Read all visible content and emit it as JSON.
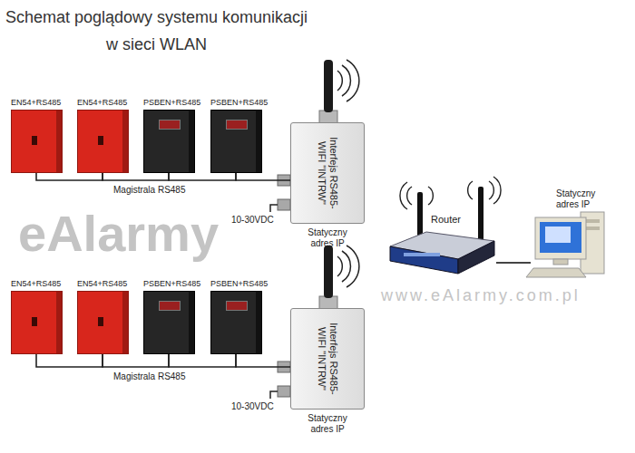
{
  "diagram": {
    "title": "Schemat poglądowy systemu komunikacji w sieci WLAN",
    "nodes": [
      {
        "text": [
          "EN54+RS485"
        ]
      },
      {
        "text": [
          "EN54+RS485"
        ]
      },
      {
        "text": [
          "PSBEN+RS485"
        ]
      },
      {
        "text": [
          "PSBEN+RS485"
        ]
      },
      {
        "text": [
          "Interfejs RS485-WIFI \"INTRW\"",
          "Statyczny adres IP"
        ]
      },
      {
        "text": [
          "Router"
        ]
      },
      {
        "text": [
          "Statyczny adres IP"
        ]
      },
      {
        "text": [
          "EN54+RS485"
        ]
      },
      {
        "text": [
          "EN54+RS485"
        ]
      },
      {
        "text": [
          "PSBEN+RS485"
        ]
      },
      {
        "text": [
          "PSBEN+RS485"
        ]
      },
      {
        "text": [
          "Interfejs RS485-WIFI \"INTRW\"",
          "Statyczny adres IP"
        ]
      }
    ],
    "edges": [
      {
        "from": 0,
        "to": 1,
        "arrow": "none"
      },
      {
        "from": 1,
        "to": 2,
        "arrow": "none"
      },
      {
        "from": 2,
        "to": 3,
        "arrow": "none"
      },
      {
        "from": 3,
        "to": 4,
        "arrow": "none"
      },
      {
        "from": 5,
        "to": 6,
        "arrow": "none"
      },
      {
        "from": 7,
        "to": 8,
        "arrow": "none"
      },
      {
        "from": 8,
        "to": 9,
        "arrow": "none"
      },
      {
        "from": 9,
        "to": 10,
        "arrow": "none"
      },
      {
        "from": 10,
        "to": 11,
        "arrow": "none"
      }
    ],
    "labels": [
      "Magistrala RS485",
      "10-30VDC",
      "Magistrala RS485",
      "10-30VDC",
      "eAlarmy",
      "www.eAlarmy.com.pl"
    ]
  }
}
